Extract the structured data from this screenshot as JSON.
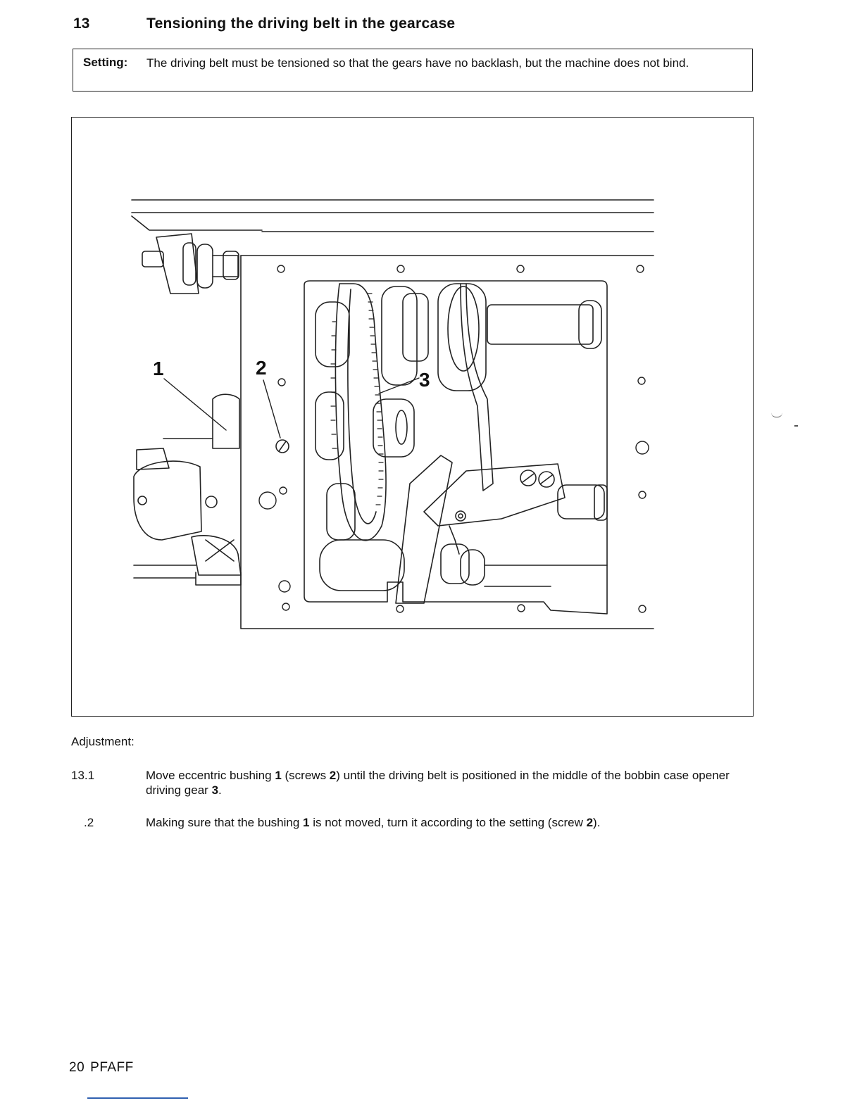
{
  "section": {
    "number": "13",
    "title": "Tensioning the driving belt in the gearcase"
  },
  "setting": {
    "label": "Setting:",
    "text": "The driving belt must be tensioned so that the gears have no backlash, but the machine does not bind."
  },
  "figure": {
    "callouts": [
      "1",
      "2",
      "3"
    ]
  },
  "adjustment": {
    "label": "Adjustment:",
    "steps": [
      {
        "number": "13.1",
        "parts": [
          "Move eccentric bushing ",
          "1",
          " (screws ",
          "2",
          ") until the driving belt is positioned in the middle of the bobbin case opener driving gear ",
          "3",
          "."
        ]
      },
      {
        "number": ".2",
        "parts": [
          "Making sure that the bushing ",
          "1",
          " is not moved, turn it according to the setting (screw ",
          "2",
          ")."
        ]
      }
    ]
  },
  "footer": {
    "page": "20",
    "brand": "PFAFF"
  }
}
